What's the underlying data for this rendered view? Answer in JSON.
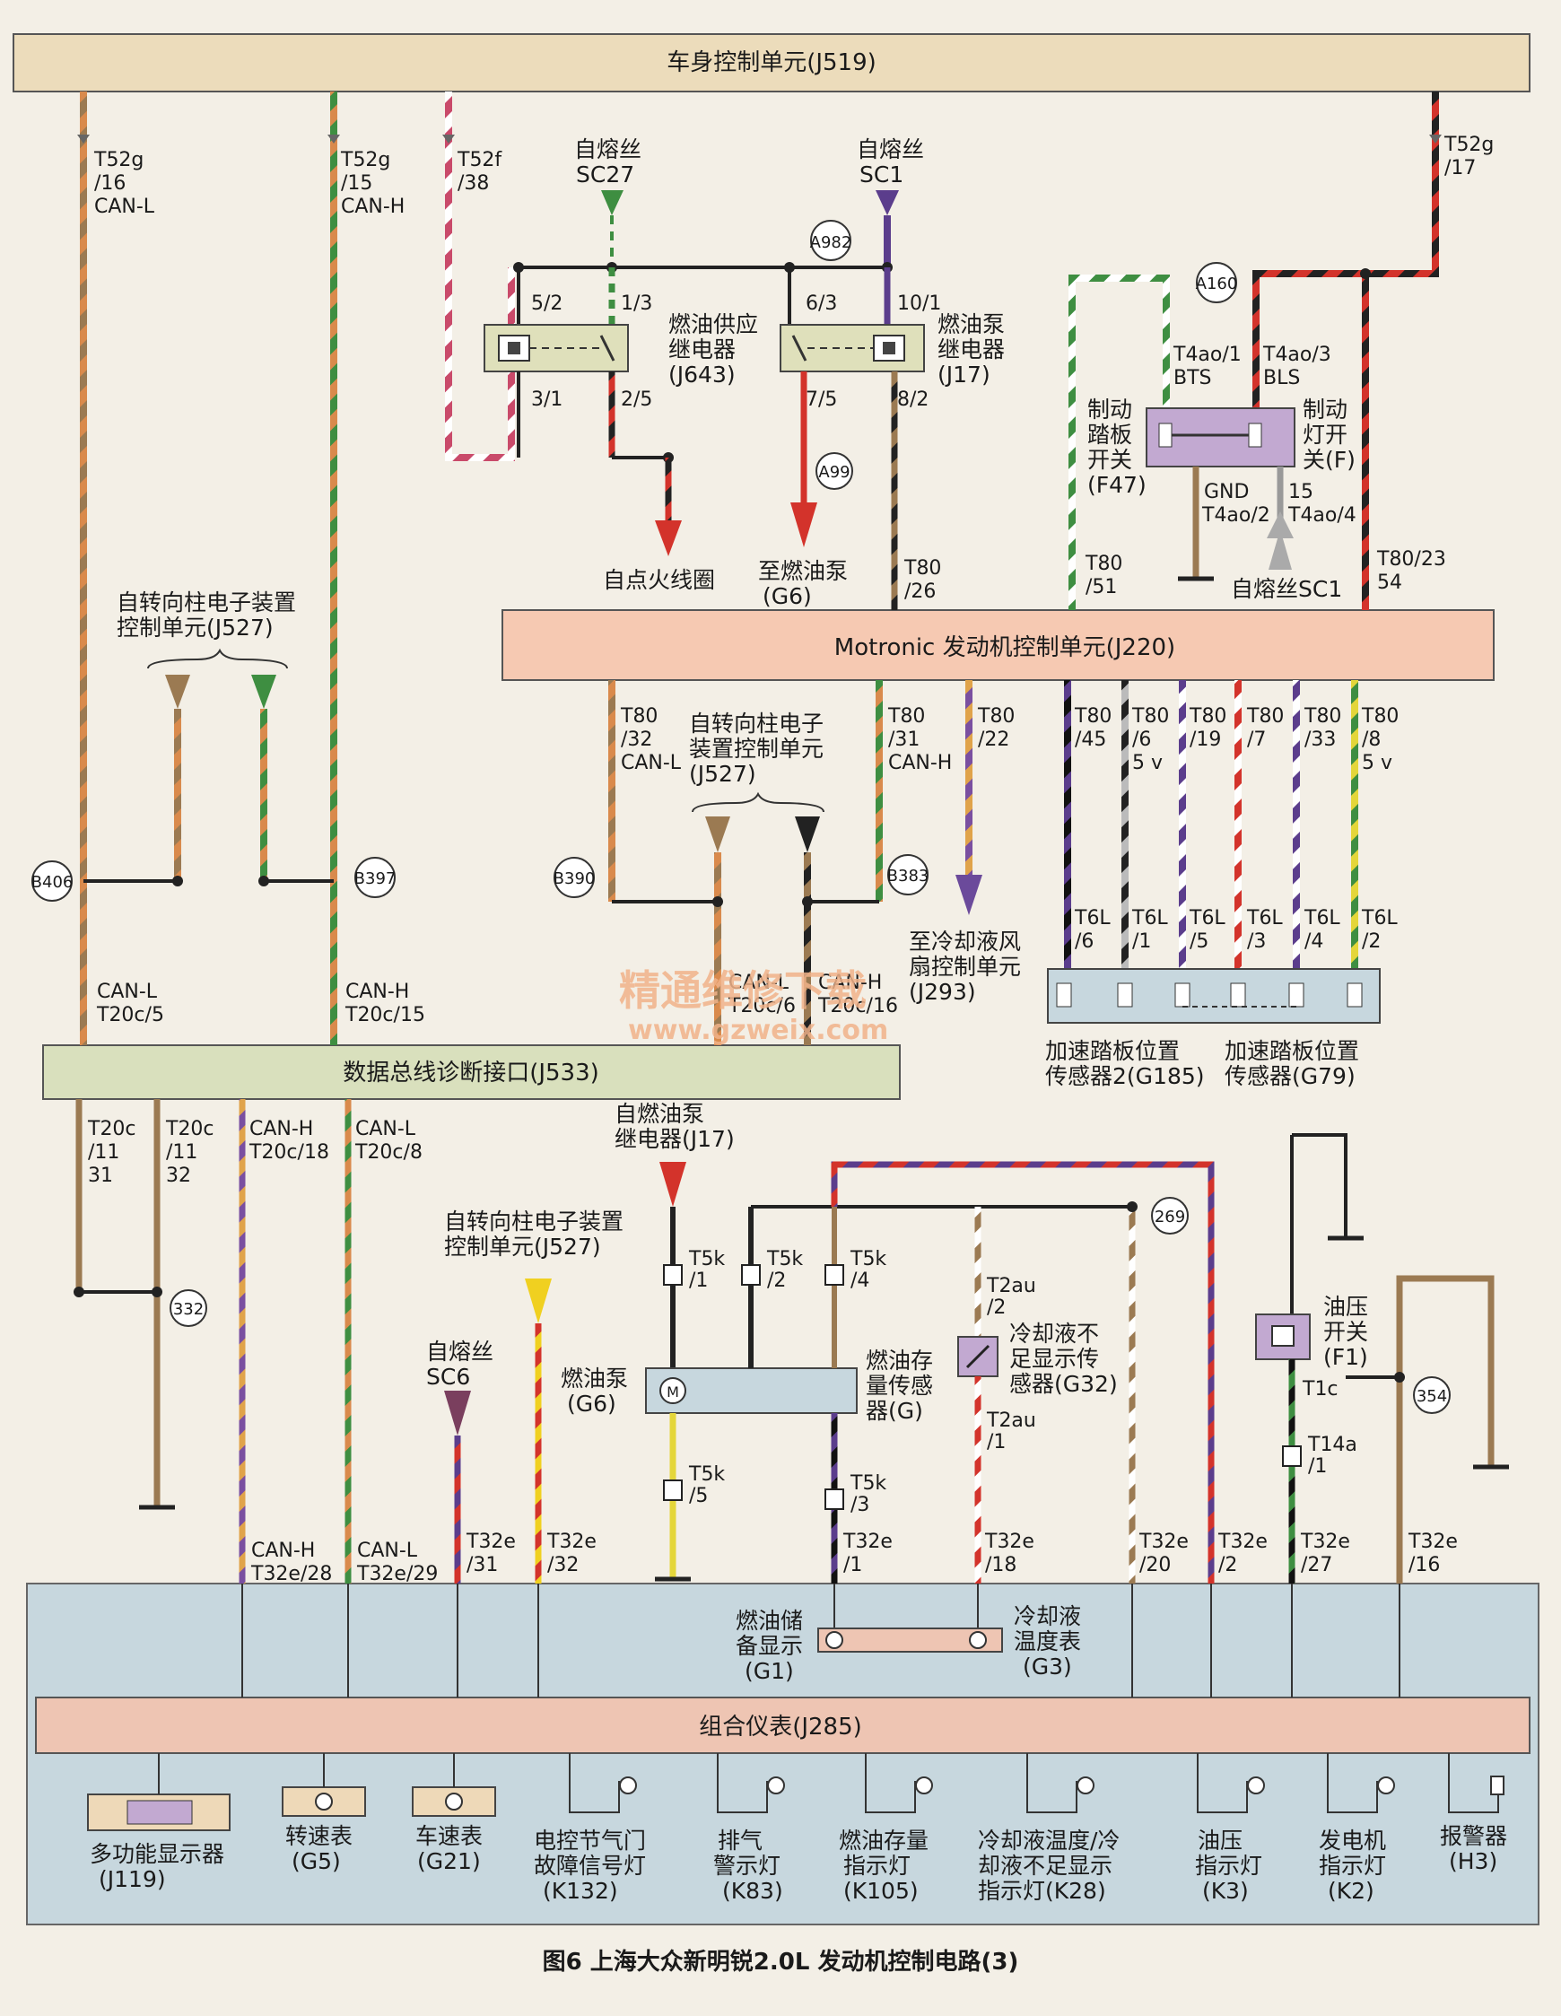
{
  "modules": {
    "bcm": "车身控制单元(J519)",
    "ecm": "Motronic 发动机控制单元(J220)",
    "diag": "数据总线诊断接口(J533)",
    "cluster": "组合仪表(J285)"
  },
  "bcm_pins": {
    "p1": [
      "T52g",
      "/16",
      "CAN-L"
    ],
    "p2": [
      "T52g",
      "/15",
      "CAN-H"
    ],
    "p3": [
      "T52f",
      "/38"
    ],
    "p4": [
      "T52g",
      "/17"
    ]
  },
  "fuses": {
    "sc27": [
      "自熔丝",
      "SC27"
    ],
    "sc1": [
      "自熔丝",
      "SC1"
    ],
    "sc1b": "自熔丝SC1",
    "sc6": [
      "自熔丝",
      "SC6"
    ]
  },
  "relays": {
    "j643": [
      "燃油供应",
      "继电器",
      "(J643)"
    ],
    "j17": [
      "燃油泵",
      "继电器",
      "(J17)"
    ],
    "pins": [
      "5/2",
      "1/3",
      "3/1",
      "2/5",
      "6/3",
      "10/1",
      "7/5",
      "8/2"
    ]
  },
  "junctions": [
    "A982",
    "A160",
    "A99",
    "B406",
    "B397",
    "B390",
    "B383",
    "332",
    "269",
    "354"
  ],
  "arrows": {
    "ignition": "自点火线圈",
    "fuelpump": [
      "至燃油泵",
      "(G6)"
    ],
    "fan": [
      "至冷却液风",
      "扇控制单元",
      "(J293)"
    ]
  },
  "brake": {
    "f47": [
      "制动",
      "踏板",
      "开关",
      "(F47)"
    ],
    "f": [
      "制动",
      "灯开",
      "关(F)"
    ],
    "pins": [
      "T4ao/1",
      "BTS",
      "T4ao/3",
      "BLS",
      "GND",
      "T4ao/2",
      "15",
      "T4ao/4"
    ]
  },
  "ecm_top_pins": [
    [
      "T80",
      "/26"
    ],
    [
      "T80",
      "/51"
    ],
    [
      "T80/23",
      "54"
    ]
  ],
  "ecm_bottom_pins": [
    [
      "T80",
      "/32",
      "CAN-L"
    ],
    [
      "T80",
      "/31",
      "CAN-H"
    ],
    [
      "T80",
      "/22"
    ],
    [
      "T80",
      "/45"
    ],
    [
      "T80",
      "/6",
      "5 v"
    ],
    [
      "T80",
      "/19"
    ],
    [
      "T80",
      "/7"
    ],
    [
      "T80",
      "/33"
    ],
    [
      "T80",
      "/8",
      "5 v"
    ]
  ],
  "steering": [
    "自转向柱电子装置",
    "控制单元(J527)"
  ],
  "steering2": [
    "自转向柱电子",
    "装置控制单元",
    "(J527)"
  ],
  "steering3": [
    "自转向柱电子装置",
    "控制单元(J527)"
  ],
  "pedal_pins": [
    [
      "T6L",
      "/6"
    ],
    [
      "T6L",
      "/1"
    ],
    [
      "T6L",
      "/5"
    ],
    [
      "T6L",
      "/3"
    ],
    [
      "T6L",
      "/4"
    ],
    [
      "T6L",
      "/2"
    ]
  ],
  "pedal": {
    "g185": [
      "加速踏板位置",
      "传感器2(G185)"
    ],
    "g79": [
      "加速踏板位置",
      "传感器(G79)"
    ]
  },
  "diag_pins_top": [
    [
      "CAN-L",
      "T20c/5"
    ],
    [
      "CAN-H",
      "T20c/15"
    ],
    [
      "CAN-L",
      "T20c/6"
    ],
    [
      "CAN-H",
      "T20c/16"
    ]
  ],
  "diag_pins_bottom": [
    [
      "T20c",
      "/11",
      "31"
    ],
    [
      "T20c",
      "/11",
      "32"
    ],
    [
      "CAN-H",
      "T20c/18"
    ],
    [
      "CAN-L",
      "T20c/8"
    ]
  ],
  "fuel": {
    "relay_ref": [
      "自燃油泵",
      "继电器(J17)"
    ],
    "g6": [
      "燃油泵",
      "(G6)"
    ],
    "g": [
      "燃油存",
      "量传感",
      "器(G)"
    ],
    "pins": [
      [
        "T5k",
        "/1"
      ],
      [
        "T5k",
        "/2"
      ],
      [
        "T5k",
        "/4"
      ],
      [
        "T5k",
        "/5"
      ],
      [
        "T5k",
        "/3"
      ]
    ]
  },
  "coolant": {
    "g32": [
      "冷却液不",
      "足显示传",
      "感器(G32)"
    ],
    "pins": [
      [
        "T2au",
        "/2"
      ],
      [
        "T2au",
        "/1"
      ]
    ]
  },
  "oil": {
    "f1": [
      "油压",
      "开关",
      "(F1)"
    ],
    "pins": [
      "T1c",
      "T14a",
      "/1"
    ]
  },
  "cluster_pins": [
    [
      "CAN-H",
      "T32e/28"
    ],
    [
      "CAN-L",
      "T32e/29"
    ],
    [
      "T32e",
      "/31"
    ],
    [
      "T32e",
      "/32"
    ],
    [
      "T32e",
      "/1"
    ],
    [
      "T32e",
      "/18"
    ],
    [
      "T32e",
      "/20"
    ],
    [
      "T32e",
      "/2"
    ],
    [
      "T32e",
      "/27"
    ],
    [
      "T32e",
      "/16"
    ]
  ],
  "gauges": {
    "g1": [
      "燃油储",
      "备显示",
      "(G1)"
    ],
    "g3": [
      "冷却液",
      "温度表",
      "(G3)"
    ]
  },
  "indicators": [
    [
      "多功能显示器",
      "(J119)"
    ],
    [
      "转速表",
      "(G5)"
    ],
    [
      "车速表",
      "(G21)"
    ],
    [
      "电控节气门",
      "故障信号灯",
      "(K132)"
    ],
    [
      "排气",
      "警示灯",
      "(K83)"
    ],
    [
      "燃油存量",
      "指示灯",
      "(K105)"
    ],
    [
      "冷却液温度/冷",
      "却液不足显示",
      "指示灯(K28)"
    ],
    [
      "油压",
      "指示灯",
      "(K3)"
    ],
    [
      "发电机",
      "指示灯",
      "(K2)"
    ],
    [
      "报警器",
      "(H3)"
    ]
  ],
  "watermark": [
    "精通维修下载",
    "www.gzweix.com"
  ],
  "caption": "图6 上海大众新明锐2.0L 发动机控制电路(3)",
  "colors": {
    "bcm_fill": "#ecdcbb",
    "ecm_fill": "#f6c9b2",
    "diag_fill": "#d9e0bd",
    "cluster_fill": "#c7d7de",
    "cluster_bar": "#eec5b3",
    "orange": "#d98a4c",
    "green": "#3e8e41",
    "red": "#d3332b",
    "purple": "#5b3d8c",
    "brown": "#9b7a52"
  }
}
